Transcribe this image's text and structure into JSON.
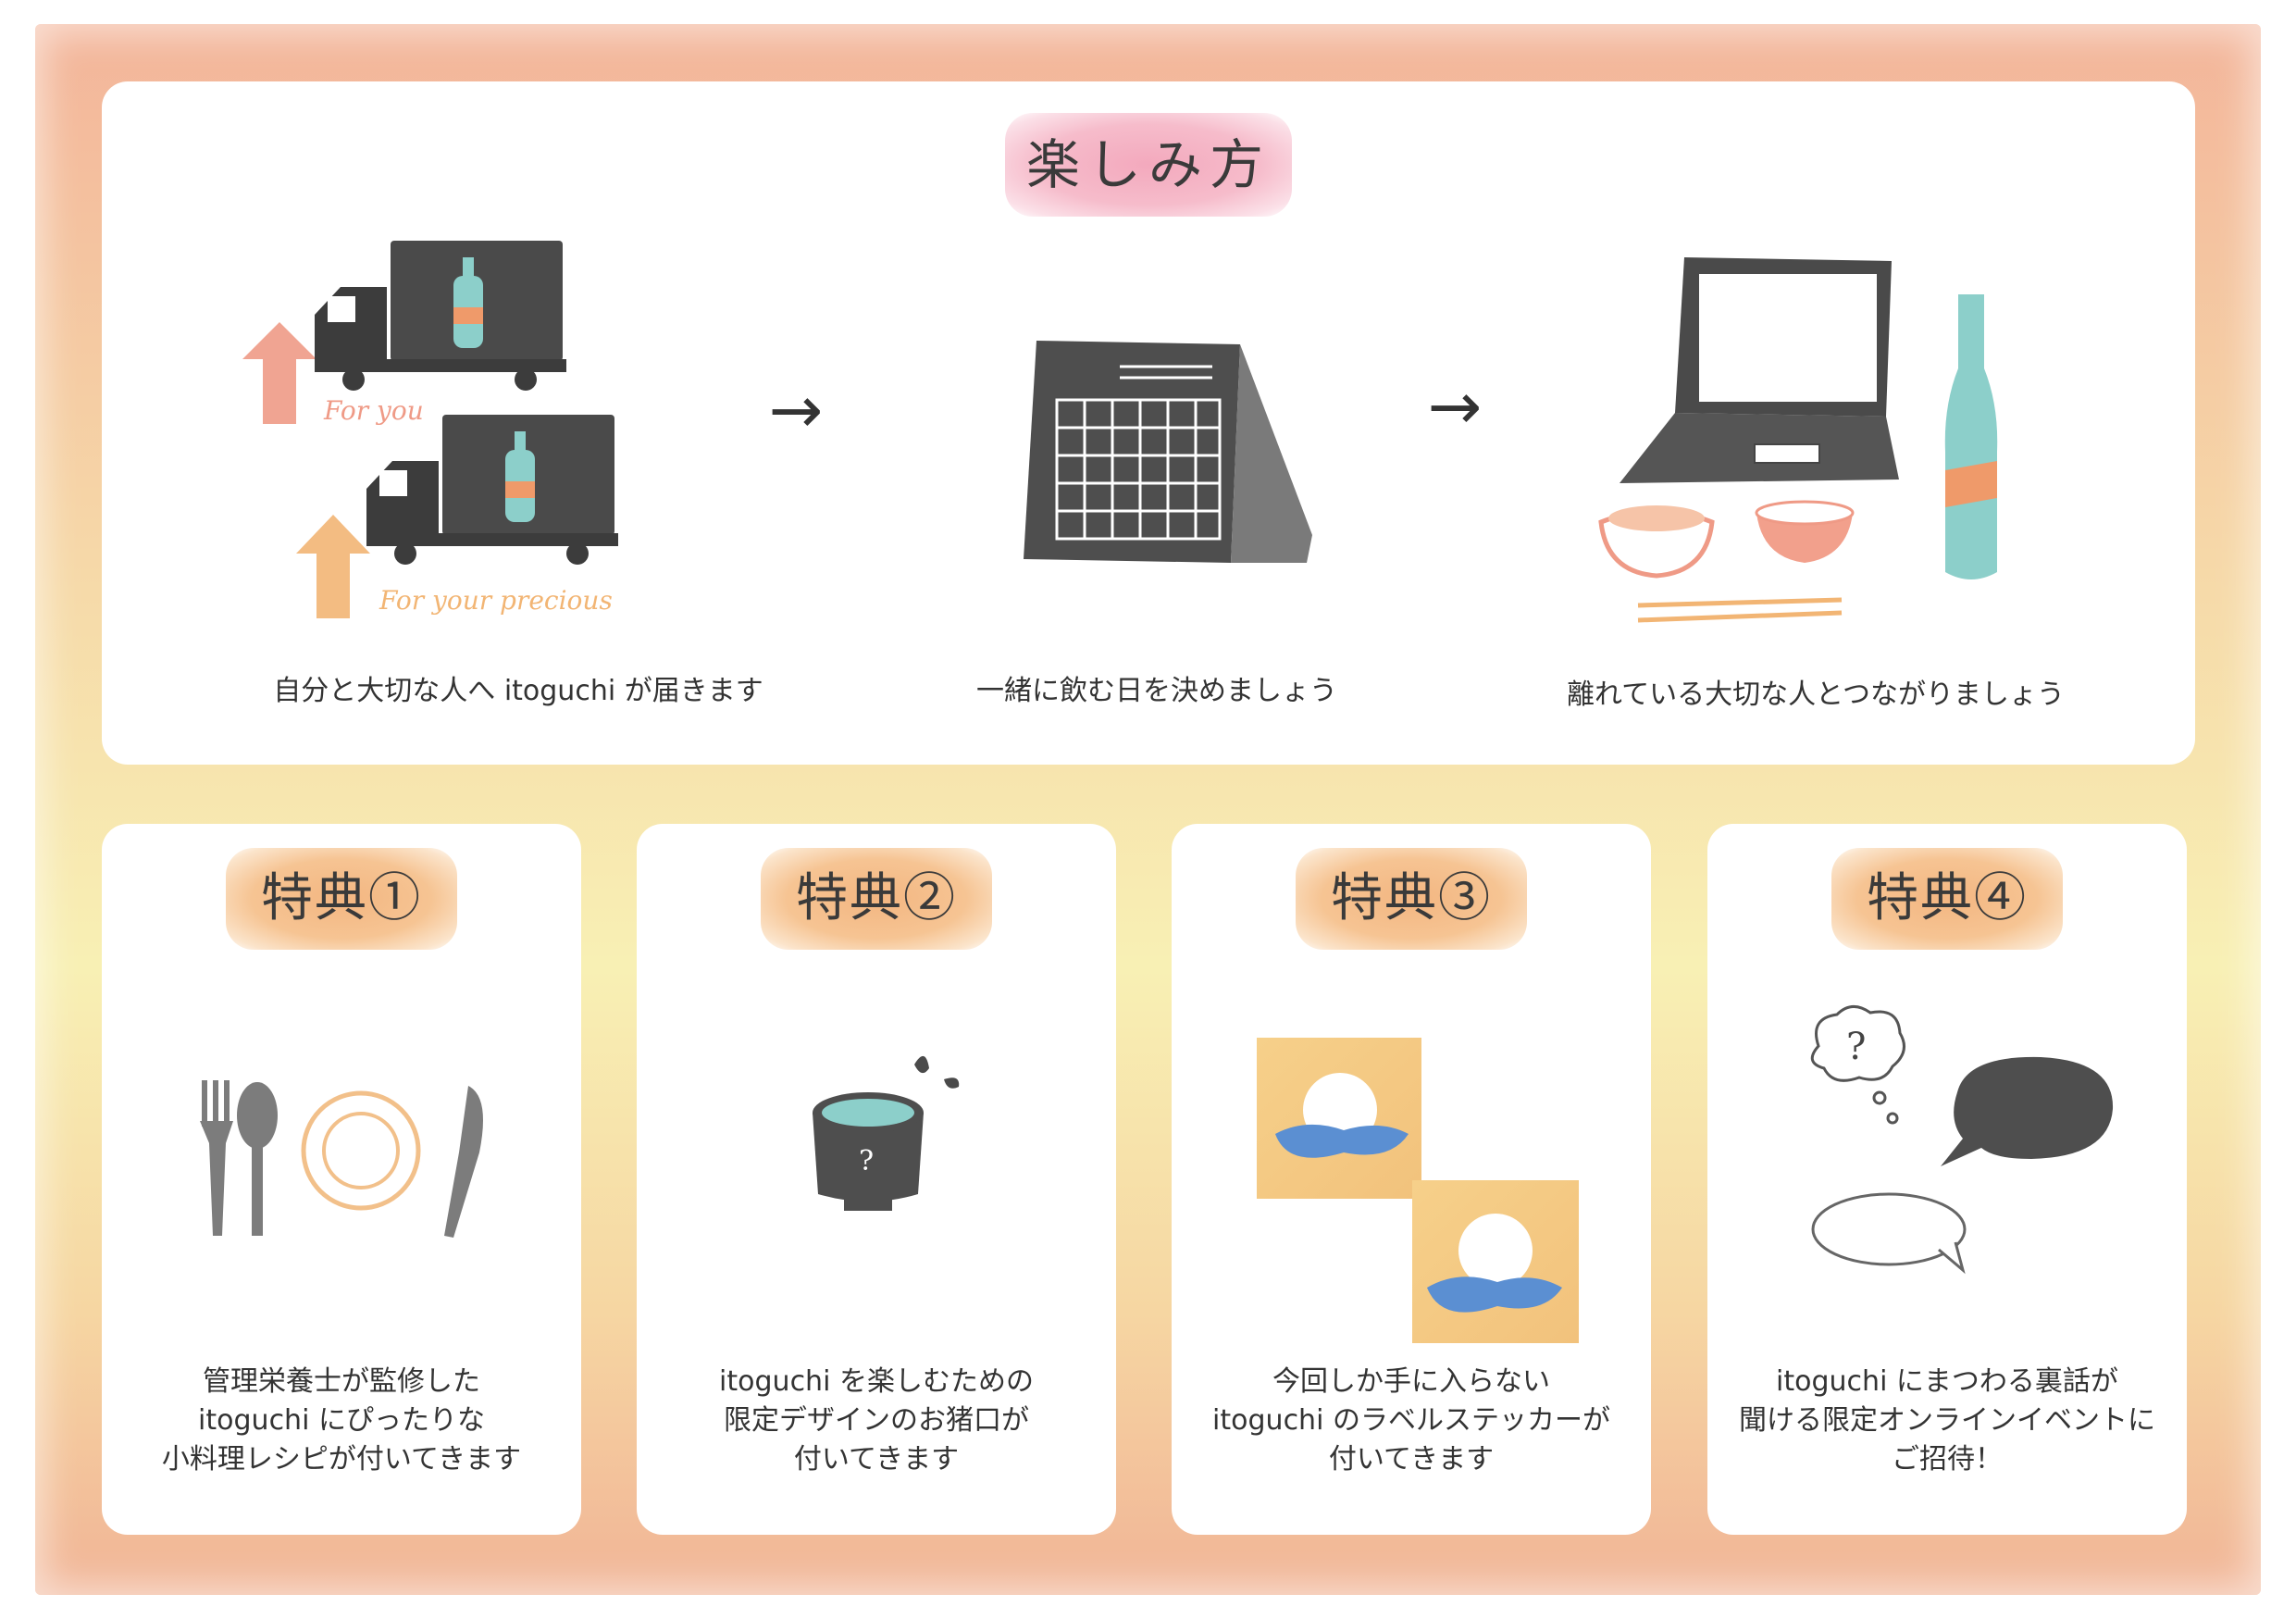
{
  "section": {
    "title": "楽しみ方",
    "steps": [
      {
        "caption": "自分と大切な人へ itoguchi が届きます",
        "illustration": [
          "truck-icon",
          "bottle-icon",
          "arrow-up-icon"
        ],
        "labels": [
          "For you",
          "For your precious"
        ]
      },
      {
        "caption": "一緒に飲む日を決めましょう",
        "illustration": [
          "calendar-icon"
        ]
      },
      {
        "caption": "離れている大切な人とつながりましょう",
        "illustration": [
          "laptop-icon",
          "bottle-icon",
          "bowl-icon"
        ]
      }
    ],
    "arrow": "→"
  },
  "benefits": [
    {
      "title": "特典①",
      "lines": [
        "管理栄養士が監修した",
        "itoguchi にぴったりな",
        "小料理レシピが付いてきます"
      ],
      "icon": "cutlery-icon"
    },
    {
      "title": "特典②",
      "lines": [
        "itoguchi を楽しむための",
        "限定デザインのお猪口が",
        "付いてきます"
      ],
      "icon": "sake-cup-icon"
    },
    {
      "title": "特典③",
      "lines": [
        "今回しか手に入らない",
        "itoguchi のラベルステッカーが",
        "付いてきます"
      ],
      "icon": "sticker-icon"
    },
    {
      "title": "特典④",
      "lines": [
        "itoguchi にまつわる裏話が",
        "聞ける限定オンラインイベントに",
        "ご招待！"
      ],
      "icon": "speech-bubble-icon"
    }
  ],
  "colors": {
    "title_badge": "#f3a9bd",
    "card_badge": "#f3b681",
    "arrow_up_pink": "#ee9a86",
    "arrow_up_orange": "#f2b574",
    "bottle_teal": "#8ccfca",
    "charcoal": "#4a4a4a"
  }
}
